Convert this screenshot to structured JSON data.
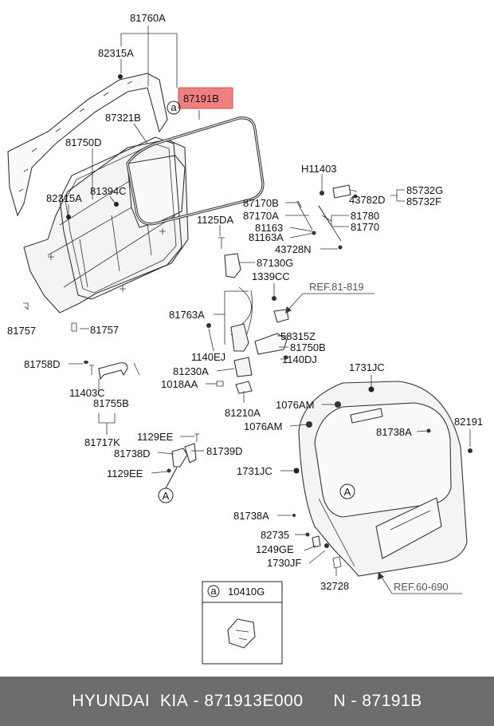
{
  "labels": {
    "l81760A": "81760A",
    "l82315A_top": "82315A",
    "l87191B": "87191B",
    "l87321B": "87321B",
    "l81750D": "81750D",
    "l82315A_mid": "82315A",
    "l81394C": "81394C",
    "l81757_left": "81757",
    "l81757_right": "81757",
    "l81758D": "81758D",
    "l11403C": "11403C",
    "l81755B": "81755B",
    "l81717K": "81717K",
    "l1129EE_top": "1129EE",
    "l81738D": "81738D",
    "l81739D": "81739D",
    "l1129EE_bottom": "1129EE",
    "lH11403": "H11403",
    "l87170B": "87170B",
    "l87170A": "87170A",
    "l81163": "81163",
    "l81163A": "81163A",
    "l43782D": "43782D",
    "l85732G": "85732G",
    "l85732F": "85732F",
    "l81780": "81780",
    "l81770": "81770",
    "l43728N": "43728N",
    "l1125DA": "1125DA",
    "l87130G": "87130G",
    "l1339CC": "1339CC",
    "l81763A": "81763A",
    "l58315Z": "58315Z",
    "l81750B": "81750B",
    "l1140EJ": "1140EJ",
    "l1140DJ": "1140DJ",
    "l81230A": "81230A",
    "l1018AA": "1018AA",
    "l81210A": "81210A",
    "l1731JC_top": "1731JC",
    "l1076AM_a": "1076AM",
    "l1076AM_b": "1076AM",
    "l81738A_top": "81738A",
    "l82191": "82191",
    "l1731JC_left": "1731JC",
    "l81738A_left": "81738A",
    "l82735": "82735",
    "l1249GE": "1249GE",
    "l1730JF": "1730JF",
    "l32728": "32728",
    "l10410G": "10410G"
  },
  "references": {
    "ref_81_819": "REF.81-819",
    "ref_60_690": "REF.60-690"
  },
  "callout_letter": "a",
  "view_letter": "A",
  "highlight_color": "#f08080",
  "footer": {
    "brand": "HYUNDAI  KIA",
    "part_number": "871913E000",
    "position_code": "N - 87191B"
  }
}
